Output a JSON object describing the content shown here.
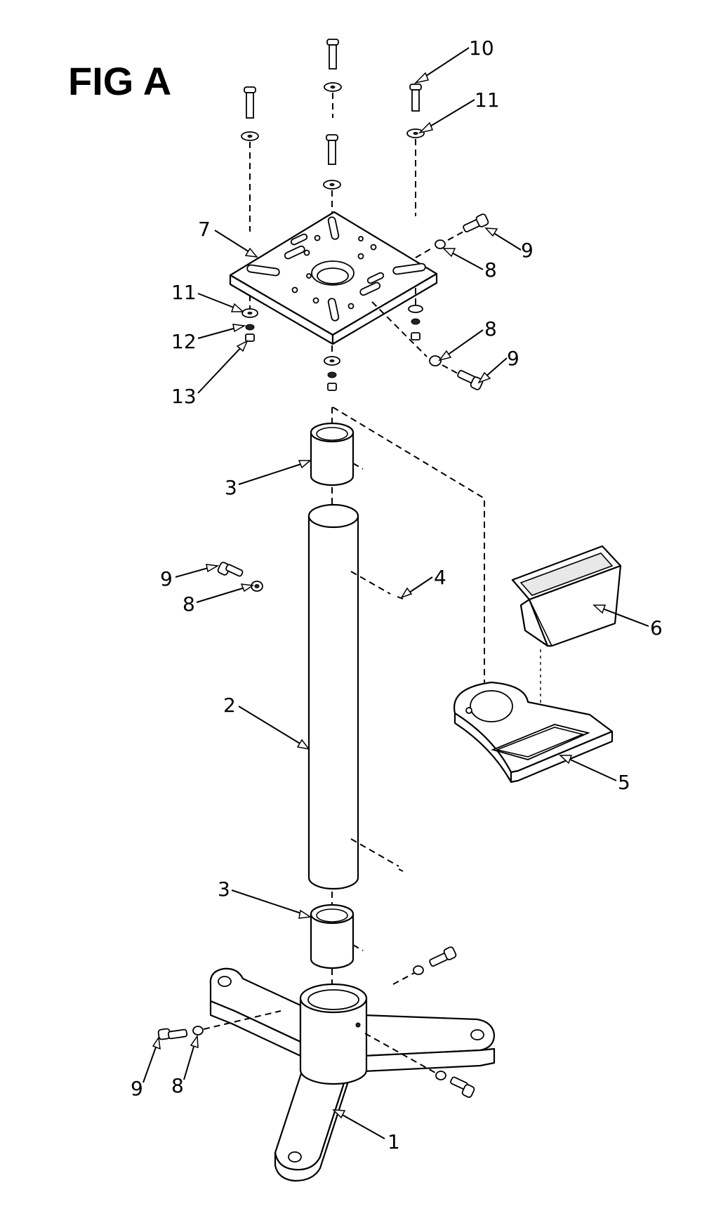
{
  "title": "FIG A",
  "callouts": [
    {
      "id": "c10a",
      "text": "10"
    },
    {
      "id": "c11a",
      "text": "11"
    },
    {
      "id": "c7",
      "text": "7"
    },
    {
      "id": "c9a",
      "text": "9"
    },
    {
      "id": "c8a",
      "text": "8"
    },
    {
      "id": "c11b",
      "text": "11"
    },
    {
      "id": "c12",
      "text": "12"
    },
    {
      "id": "c8b",
      "text": "8"
    },
    {
      "id": "c9b",
      "text": "9"
    },
    {
      "id": "c13",
      "text": "13"
    },
    {
      "id": "c3a",
      "text": "3"
    },
    {
      "id": "c4",
      "text": "4"
    },
    {
      "id": "c9c",
      "text": "9"
    },
    {
      "id": "c8c",
      "text": "8"
    },
    {
      "id": "c6",
      "text": "6"
    },
    {
      "id": "c2",
      "text": "2"
    },
    {
      "id": "c5",
      "text": "5"
    },
    {
      "id": "c3b",
      "text": "3"
    },
    {
      "id": "c9d",
      "text": "9"
    },
    {
      "id": "c8d",
      "text": "8"
    },
    {
      "id": "c1",
      "text": "1"
    }
  ]
}
